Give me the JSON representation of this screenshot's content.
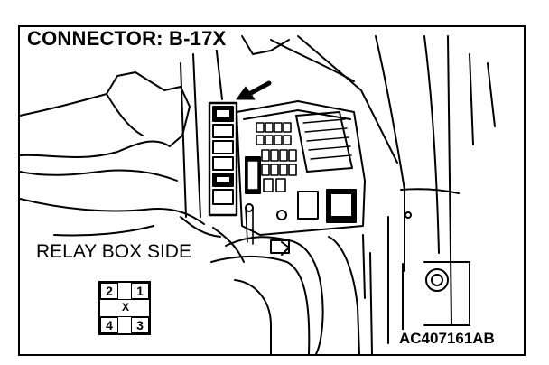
{
  "header": {
    "title": "CONNECTOR: B-17X"
  },
  "labels": {
    "relay_box_side": "RELAY BOX SIDE",
    "figure_code": "AC407161AB"
  },
  "pin_diagram": {
    "pins": [
      "2",
      "1",
      "4",
      "3"
    ],
    "center_mark": "X"
  }
}
